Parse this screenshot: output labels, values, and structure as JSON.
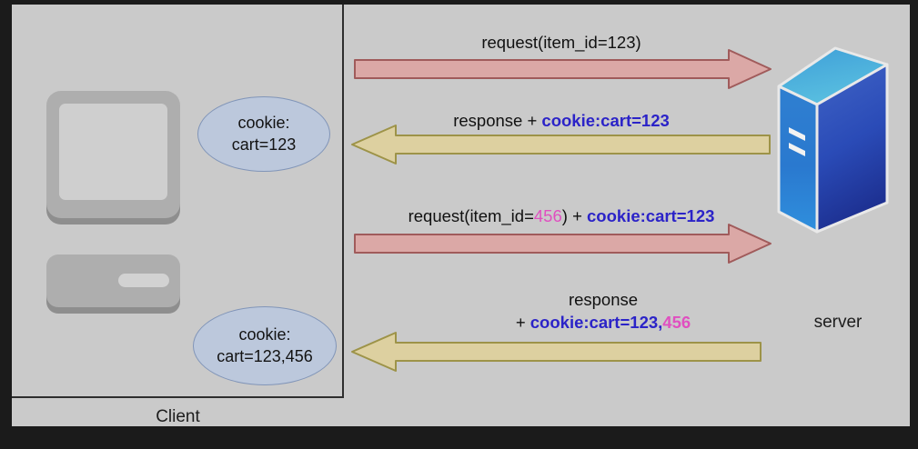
{
  "diagram": {
    "title": "HTTP cookie session flow between client and server",
    "background_color": "#cacaca",
    "frame_color": "#1b1b1b"
  },
  "client": {
    "label": "Client",
    "icon": "desktop-computer-icon"
  },
  "server": {
    "label": "server",
    "icon": "server-tower-icon"
  },
  "cookies": [
    {
      "id": "cookie-1",
      "line1": "cookie:",
      "line2": "cart=123",
      "fill": "#bcc8dc",
      "stroke": "#8195b8"
    },
    {
      "id": "cookie-2",
      "line1": "cookie:",
      "line2": "cart=123,456",
      "fill": "#bcc8dc",
      "stroke": "#8195b8"
    }
  ],
  "messages": [
    {
      "id": "msg-1",
      "direction": "client-to-server",
      "arrow_fill": "#dba8a6",
      "arrow_stroke": "#a05b5b",
      "label_plain": "request(item_id=123)"
    },
    {
      "id": "msg-2",
      "direction": "server-to-client",
      "arrow_fill": "#ddd0a0",
      "arrow_stroke": "#9d9348",
      "label_prefix": "response + ",
      "label_cookie": "cookie:cart=123"
    },
    {
      "id": "msg-3",
      "direction": "client-to-server",
      "arrow_fill": "#dba8a6",
      "arrow_stroke": "#a05b5b",
      "label_prefix": "request(item_id=",
      "label_item": "456",
      "label_mid": ") + ",
      "label_cookie": "cookie:cart=123"
    },
    {
      "id": "msg-4",
      "direction": "server-to-client",
      "arrow_fill": "#ddd0a0",
      "arrow_stroke": "#9d9348",
      "label_line1": "response",
      "label_plus": "+ ",
      "label_cookie": "cookie:cart=123,",
      "label_item": "456"
    }
  ],
  "colors": {
    "cookie_text_blue": "#2b23c8",
    "item_id_pink": "#e04fc0",
    "text_black": "#111111"
  }
}
